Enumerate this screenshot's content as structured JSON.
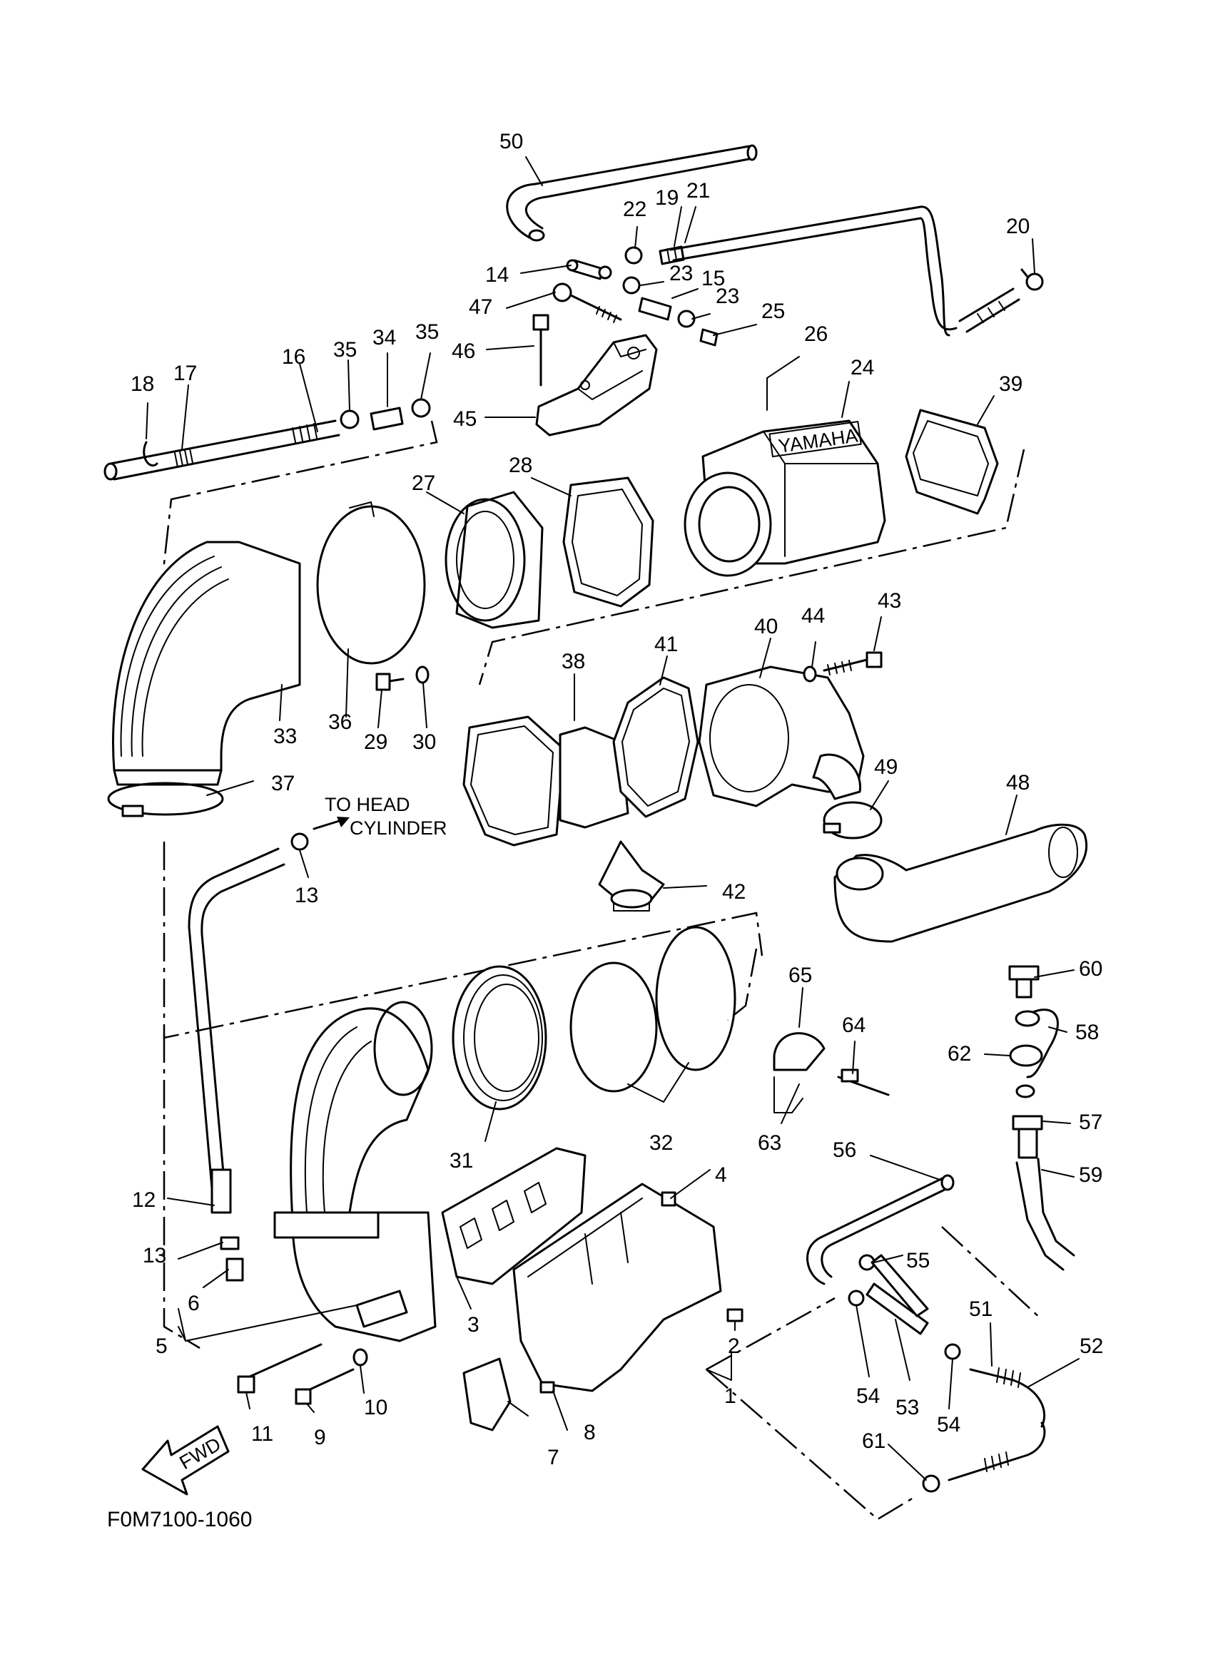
{
  "diagram": {
    "callouts": [
      "50",
      "22",
      "19",
      "21",
      "20",
      "14",
      "23",
      "15",
      "47",
      "23",
      "25",
      "46",
      "26",
      "24",
      "39",
      "16",
      "35",
      "34",
      "35",
      "18",
      "17",
      "45",
      "27",
      "28",
      "44",
      "43",
      "40",
      "41",
      "38",
      "36",
      "33",
      "29",
      "30",
      "37",
      "49",
      "48",
      "13",
      "42",
      "60",
      "65",
      "64",
      "58",
      "62",
      "63",
      "57",
      "56",
      "59",
      "31",
      "32",
      "4",
      "12",
      "13",
      "55",
      "6",
      "5",
      "3",
      "2",
      "51",
      "52",
      "10",
      "11",
      "9",
      "8",
      "7",
      "54",
      "53",
      "54",
      "61",
      "1"
    ],
    "annotation_line1": "TO HEAD",
    "annotation_line2": "CYLINDER",
    "fwd_label": "FWD",
    "brand_mark": "YAMAHA",
    "figure_code": "F0M7100-1060"
  }
}
